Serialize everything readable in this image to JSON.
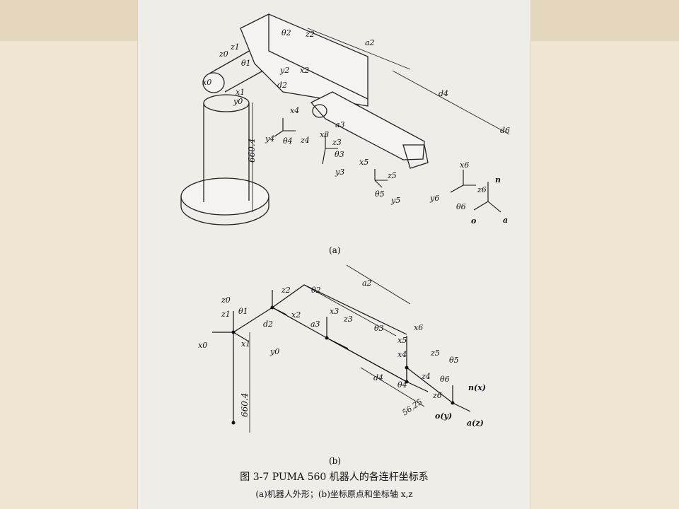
{
  "figure": {
    "caption_title": "图 3-7  PUMA 560 机器人的各连杆坐标系",
    "caption_sub": "(a)机器人外形；(b)坐标原点和坐标轴 x,z",
    "panel_a_label": "(a)",
    "panel_b_label": "(b)"
  },
  "panel_a": {
    "labels": [
      "z0",
      "z1",
      "x0",
      "x1",
      "y0",
      "θ1",
      "θ2",
      "z2",
      "x2",
      "y2",
      "a2",
      "d2",
      "d4",
      "x4",
      "y4",
      "θ4",
      "z4",
      "a3",
      "x3",
      "z3",
      "θ3",
      "y3",
      "x5",
      "z5",
      "θ5",
      "y5",
      "x6",
      "z6",
      "y6",
      "θ6",
      "n",
      "o",
      "a",
      "d6"
    ],
    "dimension": "660.4"
  },
  "panel_b": {
    "labels": [
      "z0",
      "z1",
      "θ1",
      "x0",
      "x1",
      "y0",
      "z2",
      "θ2",
      "x2",
      "d2",
      "a2",
      "x3",
      "a3",
      "z3",
      "θ3",
      "x6",
      "x5",
      "x4",
      "θ4",
      "z5",
      "θ5",
      "z4",
      "θ6",
      "z6",
      "d4",
      "n(x)",
      "o(y)",
      "a(z)"
    ],
    "dimension": "660.4",
    "offset": "56.25"
  }
}
